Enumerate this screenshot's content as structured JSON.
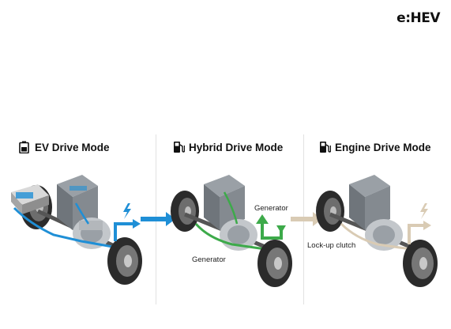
{
  "brand": {
    "logo_text": "e:HEV"
  },
  "modes": [
    {
      "title": "EV Drive Mode",
      "icon": "battery-icon",
      "flow_color": "#1f8fd6",
      "annotations": []
    },
    {
      "title": "Hybrid Drive Mode",
      "icon": "fuel-pump-icon",
      "flow_color": "#3daa4a",
      "annotations": [
        "Generator",
        "Generator"
      ]
    },
    {
      "title": "Engine Drive Mode",
      "icon": "fuel-pump-icon",
      "flow_color": "#d9cbb4",
      "annotations": [
        "Lock-up clutch"
      ]
    }
  ],
  "colors": {
    "ev_flow": "#1f8fd6",
    "hybrid_flow": "#3daa4a",
    "engine_flow": "#d9cbb4",
    "motor": "#9aa0a6",
    "tire": "#2b2b2b"
  }
}
